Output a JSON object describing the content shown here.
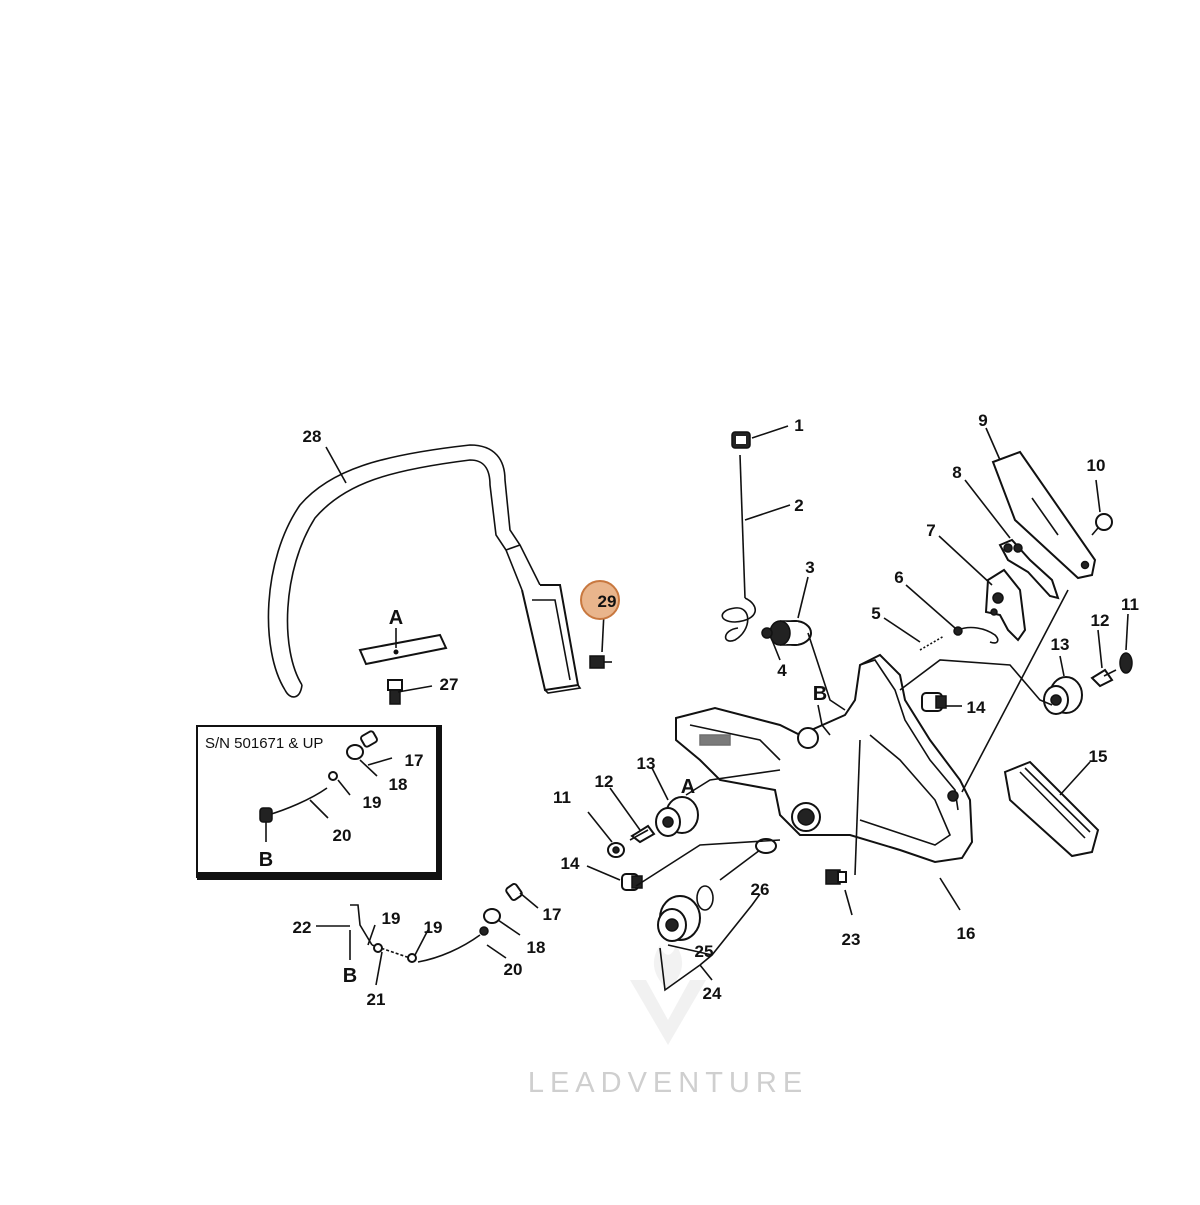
{
  "watermark": {
    "text": "LEADVENTURE"
  },
  "inset": {
    "title": "S/N 501671 & UP"
  },
  "section_letters": {
    "a": "A",
    "b": "B"
  },
  "highlight": {
    "label": "29",
    "color": "#e9b58c",
    "stroke": "#c8783f"
  },
  "callouts": {
    "c1": "1",
    "c2": "2",
    "c3": "3",
    "c4": "4",
    "c5": "5",
    "c6": "6",
    "c7": "7",
    "c8": "8",
    "c9": "9",
    "c10": "10",
    "c11": "11",
    "c12": "12",
    "c13": "13",
    "c14": "14",
    "c15": "15",
    "c16": "16",
    "c17": "17",
    "c18": "18",
    "c19": "19",
    "c20": "20",
    "c21": "21",
    "c22": "22",
    "c23": "23",
    "c24": "24",
    "c25": "25",
    "c26": "26",
    "c27": "27",
    "c28": "28"
  }
}
